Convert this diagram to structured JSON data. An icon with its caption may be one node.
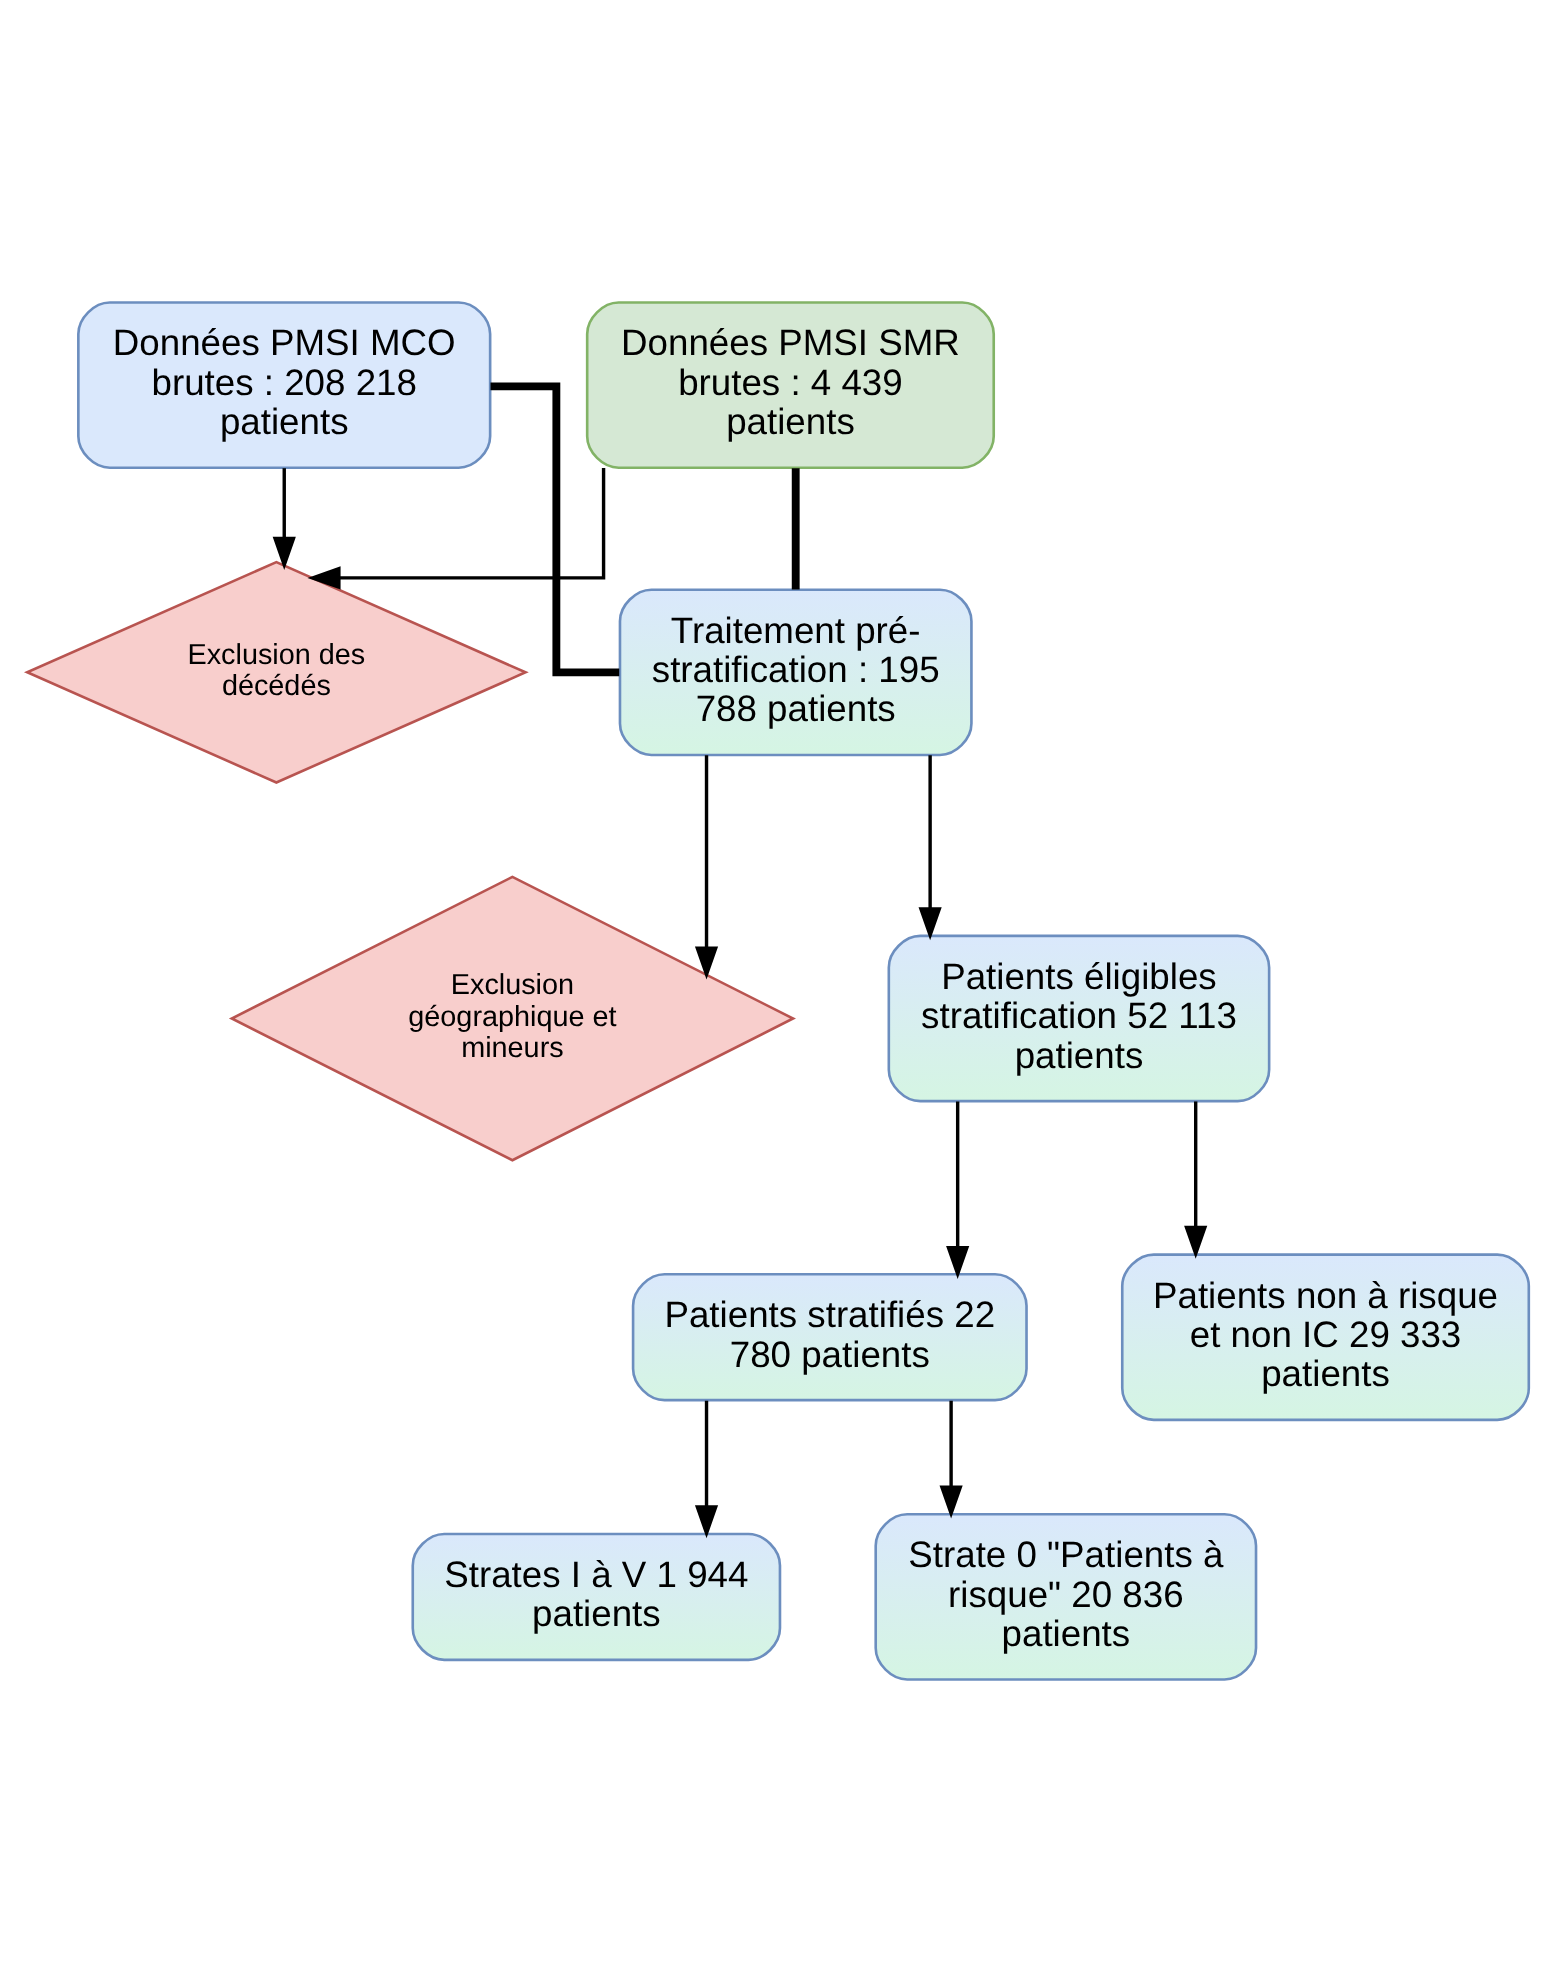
{
  "diagram": {
    "nodes": [
      {
        "text": [
          "Données PMSI MCO brutes : 208 218 patients"
        ]
      },
      {
        "text": [
          "Données PMSI SMR brutes : 4 439 patients"
        ]
      },
      {
        "text": [
          "Exclusion des décédés"
        ]
      },
      {
        "text": [
          "Traitement pré-stratification : 195 788 patients"
        ]
      },
      {
        "text": [
          "Exclusion géographique et mineurs"
        ]
      },
      {
        "text": [
          "Patients éligibles stratification 52 113 patients"
        ]
      },
      {
        "text": [
          "Patients stratifiés 22 780 patients"
        ]
      },
      {
        "text": [
          "Patients non à risque et non IC 29 333 patients"
        ]
      },
      {
        "text": [
          "Strates I à V 1 944 patients"
        ]
      },
      {
        "text": [
          "Strate 0 \"Patients à risque\" 20 836 patients"
        ]
      }
    ],
    "edges": [
      {
        "from": 0,
        "to": 3,
        "arrow": "none",
        "style": "thick"
      },
      {
        "from": 1,
        "to": 3,
        "arrow": "none",
        "style": "thick"
      },
      {
        "from": 0,
        "to": 2,
        "arrow": "to"
      },
      {
        "from": 1,
        "to": 2,
        "arrow": "to"
      },
      {
        "from": 3,
        "to": 4,
        "arrow": "to"
      },
      {
        "from": 3,
        "to": 5,
        "arrow": "to"
      },
      {
        "from": 5,
        "to": 6,
        "arrow": "to"
      },
      {
        "from": 5,
        "to": 7,
        "arrow": "to"
      },
      {
        "from": 6,
        "to": 8,
        "arrow": "to"
      },
      {
        "from": 6,
        "to": 9,
        "arrow": "to"
      }
    ]
  }
}
